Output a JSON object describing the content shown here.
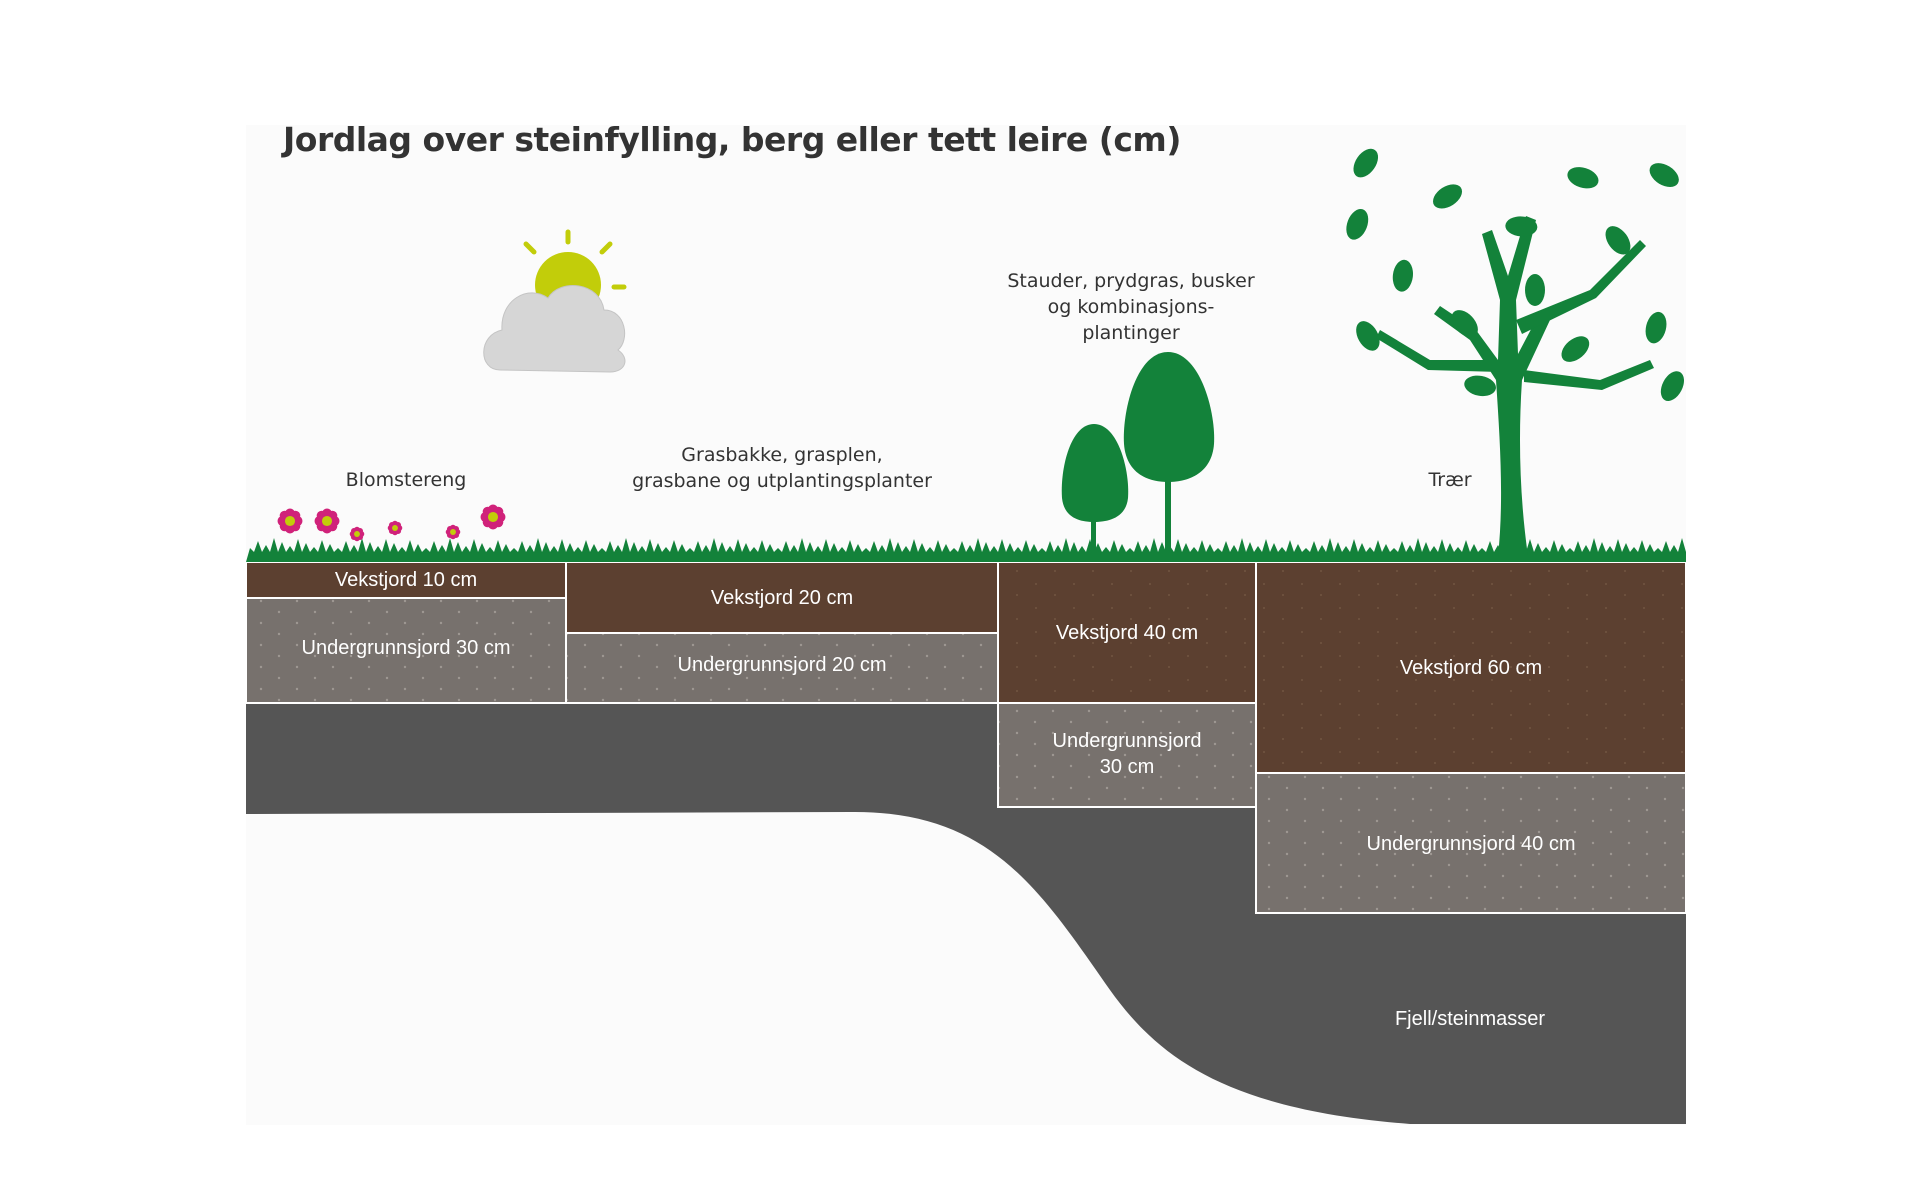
{
  "title": "Jordlag over steinfylling, berg eller tett leire (cm)",
  "colors": {
    "vekstjord": "#5c4030",
    "undergrunnsjord": "#77716d",
    "fjell": "#555555",
    "grass": "#13823a",
    "sun": "#c2cd0a",
    "cloud": "#d6d6d6"
  },
  "columns": [
    {
      "caption": [
        "Blomstereng"
      ],
      "vekstjord": "Vekstjord 10 cm",
      "undergrunnsjord": [
        "Undergrunnsjord 30 cm"
      ]
    },
    {
      "caption": [
        "Grasbakke, grasplen,",
        "grasbane og utplantingsplanter"
      ],
      "vekstjord": "Vekstjord 20 cm",
      "undergrunnsjord": [
        "Undergrunnsjord 20 cm"
      ]
    },
    {
      "caption": [
        "Stauder, prydgras, busker",
        "og kombinasjons-",
        "plantinger"
      ],
      "vekstjord": "Vekstjord 40 cm",
      "undergrunnsjord": [
        "Undergrunnsjord",
        "30 cm"
      ]
    },
    {
      "caption": [
        "Trær"
      ],
      "vekstjord": "Vekstjord 60 cm",
      "undergrunnsjord": [
        "Undergrunnsjord 40 cm"
      ]
    }
  ],
  "bedrock_label": "Fjell/steinmasser",
  "icons": [
    "sun-icon",
    "cloud-icon",
    "flower-icon",
    "bush-icon",
    "tree-icon",
    "grass-icon"
  ]
}
